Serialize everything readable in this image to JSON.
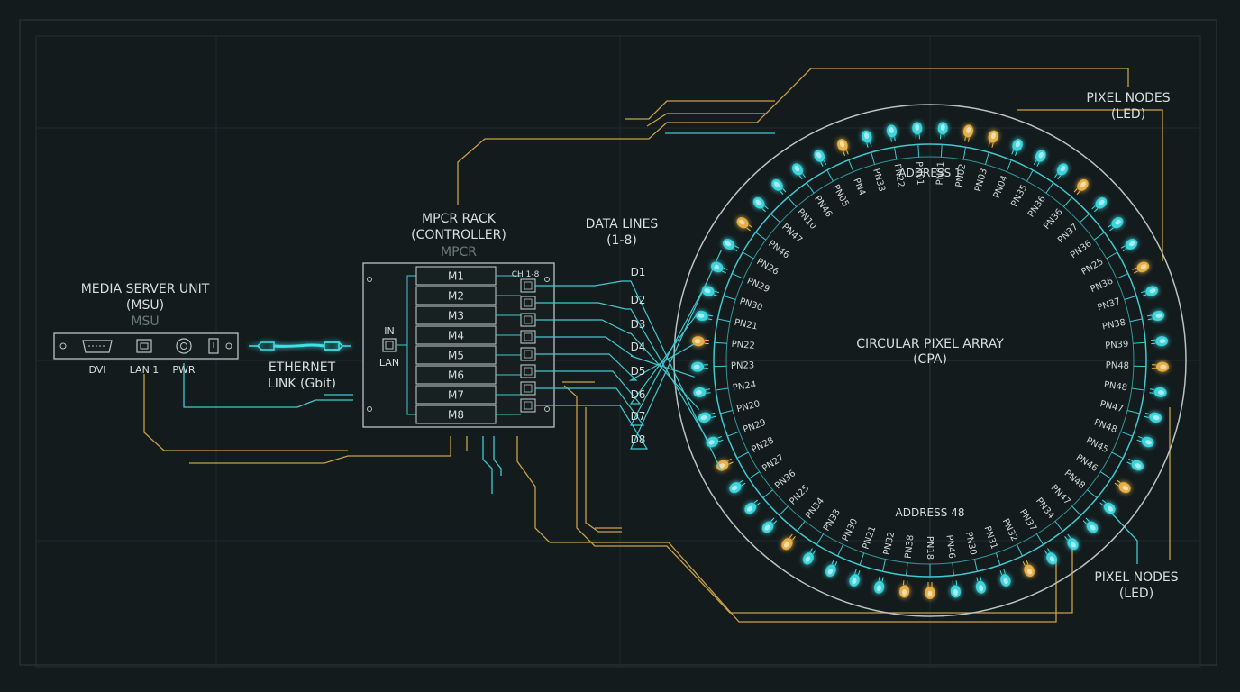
{
  "msu": {
    "title_line1": "MEDIA SERVER UNIT",
    "title_line2": "(MSU)",
    "short": "MSU",
    "ports": {
      "dvi": "DVI",
      "lan": "LAN 1",
      "pwr": "PWR"
    }
  },
  "ethernet": {
    "line1": "ETHERNET",
    "line2": "LINK (Gbit)"
  },
  "mpcr": {
    "title_line1": "MPCR RACK",
    "title_line2": "(CONTROLLER)",
    "short": "MPCR",
    "in_label": "IN",
    "lan_label": "LAN",
    "ch_label": "CH 1-8",
    "modules": [
      "M1",
      "M2",
      "M3",
      "M4",
      "M5",
      "M6",
      "M7",
      "M8"
    ]
  },
  "data_lines": {
    "title_line1": "DATA LINES",
    "title_line2": "(1-8)",
    "lines": [
      "D1",
      "D2",
      "D3",
      "D4",
      "D5",
      "D6",
      "D7",
      "D8"
    ]
  },
  "cpa": {
    "title_line1": "CIRCULAR PIXEL ARRAY",
    "title_line2": "(CPA)",
    "address_top": "ADDRESS 1",
    "address_bottom": "ADDRESS 48",
    "node_labels": [
      "PN01",
      "PN02",
      "PN03",
      "PN04",
      "PN35",
      "PN36",
      "PN36",
      "PN37",
      "PN36",
      "PN25",
      "PN36",
      "PN37",
      "PN38",
      "PN39",
      "PN48",
      "PN48",
      "PN47",
      "PN48",
      "PN45",
      "PN46",
      "PN48",
      "PN47",
      "PN34",
      "PN37",
      "PN32",
      "PN31",
      "PN30",
      "PN46",
      "PN18",
      "PN38",
      "PN32",
      "PN21",
      "PN30",
      "PN33",
      "PN34",
      "PN25",
      "PN36",
      "PN27",
      "PN28",
      "PN29",
      "PN20",
      "PN24",
      "PN23",
      "PN22",
      "PN21",
      "PN30",
      "PN29",
      "PN26",
      "PN46",
      "PN47",
      "PN10",
      "PN46",
      "PN05",
      "PN4",
      "PN33",
      "PN22",
      "PN01"
    ],
    "colors": {
      "cyan": "#3fe0e8",
      "amber": "#f2b84a"
    }
  },
  "callouts": {
    "pixel_nodes_top_line1": "PIXEL NODES",
    "pixel_nodes_top_line2": "(LED)",
    "pixel_nodes_bottom_line1": "PIXEL NODES",
    "pixel_nodes_bottom_line2": "(LED)"
  },
  "palette": {
    "background": "#131b1c",
    "cyan": "#3fc9d2",
    "amber": "#c9a04a",
    "line": "#b8c4c4"
  }
}
